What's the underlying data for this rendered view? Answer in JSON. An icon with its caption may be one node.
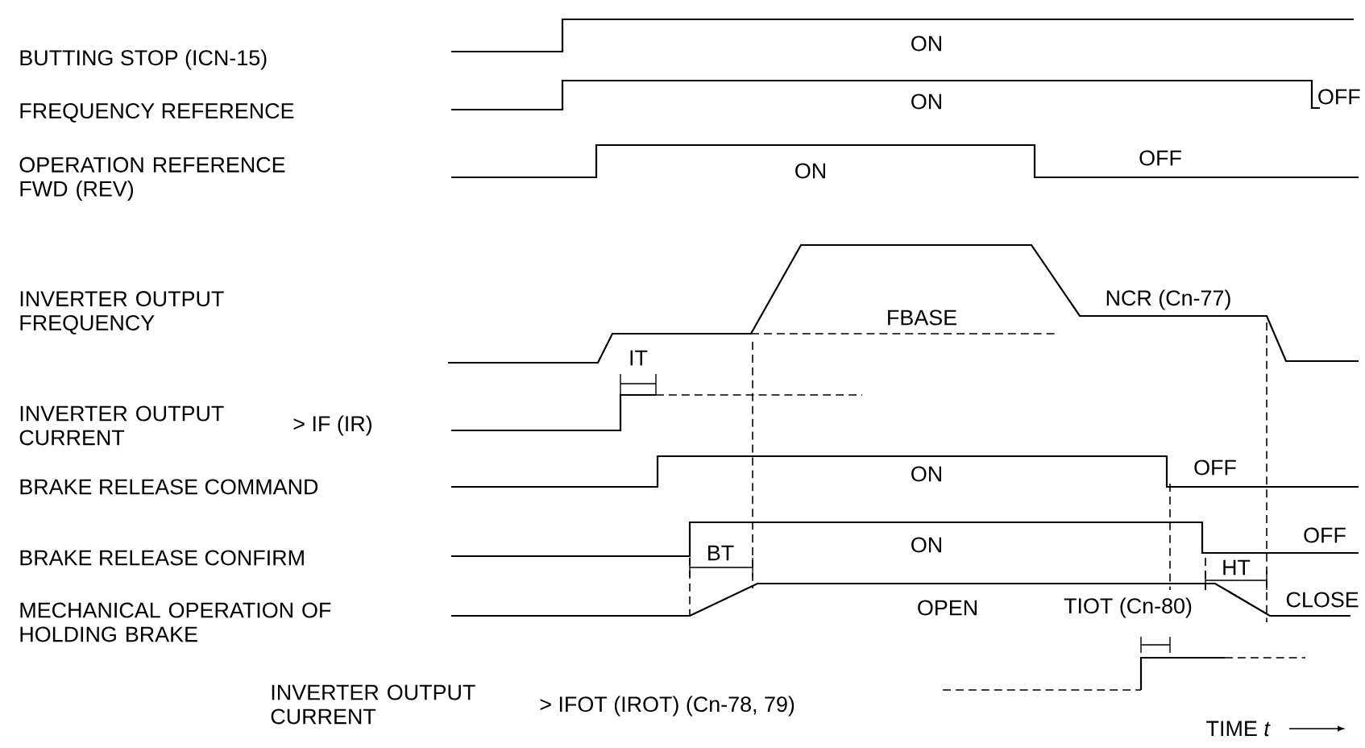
{
  "diagram": {
    "labels": [
      "BUTTING STOP (ICN-15)",
      "ON",
      "FREQUENCY REFERENCE",
      "ON",
      "OFF",
      "OPERATION REFERENCE FWD (REV)",
      "ON",
      "OFF",
      "INVERTER OUTPUT FREQUENCY",
      "FBASE",
      "NCR (Cn-77)",
      "IT",
      "INVERTER OUTPUT CURRENT",
      "> IF (IR)",
      "BRAKE RELEASE COMMAND",
      "ON",
      "OFF",
      "BRAKE RELEASE CONFIRM",
      "ON",
      "OFF",
      "BT",
      "MECHANICAL OPERATION OF HOLDING BRAKE",
      "OPEN",
      "HT",
      "TIOT (Cn-80)",
      "CLOSE",
      "INVERTER OUTPUT CURRENT",
      "> IFOT (IROT) (Cn-78, 79)",
      "TIME *t*"
    ]
  }
}
